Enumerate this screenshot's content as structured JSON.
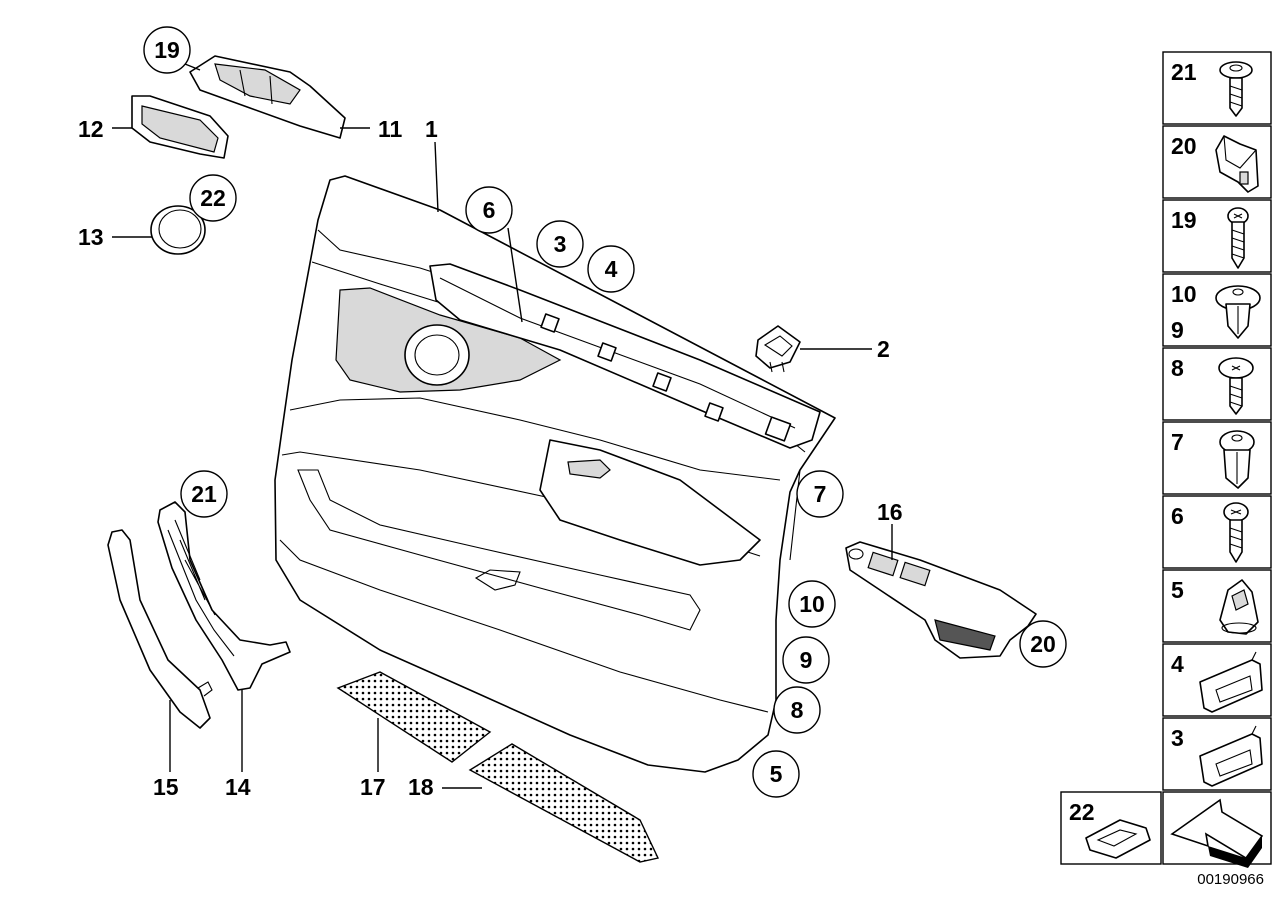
{
  "diagram_id": "00190966",
  "callouts": {
    "c1": "1",
    "c2": "2",
    "c3": "3",
    "c4": "4",
    "c5": "5",
    "c6": "6",
    "c7": "7",
    "c8": "8",
    "c9": "9",
    "c10": "10",
    "c11": "11",
    "c12": "12",
    "c13": "13",
    "c14": "14",
    "c15": "15",
    "c16": "16",
    "c17": "17",
    "c18": "18",
    "c19": "19",
    "c20": "20",
    "c21": "21",
    "c22": "22"
  },
  "legend": {
    "rows": [
      {
        "labels": [
          "21"
        ],
        "icon": "screw-washer-icon"
      },
      {
        "labels": [
          "20"
        ],
        "icon": "clip-bracket-icon"
      },
      {
        "labels": [
          "19"
        ],
        "icon": "screw-icon"
      },
      {
        "labels": [
          "10",
          "9"
        ],
        "icon": "expanding-rivet-icon"
      },
      {
        "labels": [
          "8"
        ],
        "icon": "screw-washer-icon"
      },
      {
        "labels": [
          "7"
        ],
        "icon": "plastic-rivet-icon"
      },
      {
        "labels": [
          "6"
        ],
        "icon": "screw-icon"
      },
      {
        "labels": [
          "5"
        ],
        "icon": "clip-nut-icon"
      },
      {
        "labels": [
          "4"
        ],
        "icon": "retainer-clip-icon"
      },
      {
        "labels": [
          "3"
        ],
        "icon": "retainer-clip-icon"
      }
    ],
    "bottom_left": {
      "label": "22",
      "icon": "cover-cap-icon"
    },
    "bottom_right": {
      "icon": "direction-arrow-icon"
    }
  }
}
